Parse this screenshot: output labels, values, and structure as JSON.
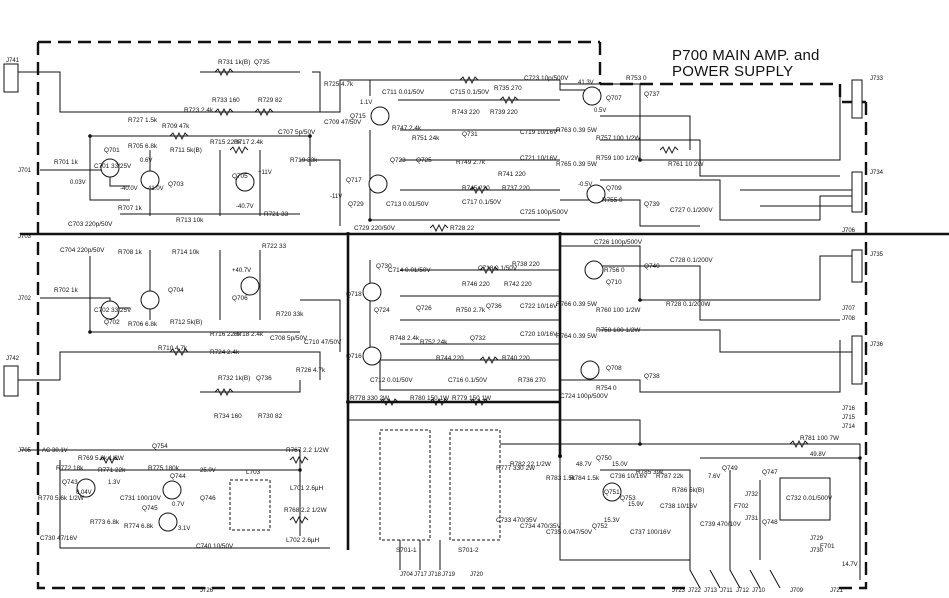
{
  "title": {
    "line1": "P700 MAIN AMP. and",
    "line2": "POWER SUPPLY"
  },
  "jacks": [
    {
      "id": "J741"
    },
    {
      "id": "J701"
    },
    {
      "id": "J703"
    },
    {
      "id": "J702"
    },
    {
      "id": "J742"
    },
    {
      "id": "J705"
    },
    {
      "id": "J733"
    },
    {
      "id": "J734"
    },
    {
      "id": "J706"
    },
    {
      "id": "J735"
    },
    {
      "id": "J707"
    },
    {
      "id": "J708"
    },
    {
      "id": "J736"
    },
    {
      "id": "J716"
    },
    {
      "id": "J715"
    },
    {
      "id": "J714"
    },
    {
      "id": "J729"
    },
    {
      "id": "J730"
    },
    {
      "id": "J704"
    },
    {
      "id": "J717"
    },
    {
      "id": "J718"
    },
    {
      "id": "J719"
    },
    {
      "id": "J720"
    },
    {
      "id": "J723"
    },
    {
      "id": "J722"
    },
    {
      "id": "J713"
    },
    {
      "id": "J711"
    },
    {
      "id": "J712"
    },
    {
      "id": "J710"
    },
    {
      "id": "J709"
    },
    {
      "id": "J726"
    },
    {
      "id": "J721"
    },
    {
      "id": "J732"
    },
    {
      "id": "J731"
    }
  ],
  "transistors": [
    {
      "ref": "Q701"
    },
    {
      "ref": "Q703"
    },
    {
      "ref": "Q705"
    },
    {
      "ref": "Q702"
    },
    {
      "ref": "Q704"
    },
    {
      "ref": "Q706"
    },
    {
      "ref": "Q715"
    },
    {
      "ref": "Q717"
    },
    {
      "ref": "Q718"
    },
    {
      "ref": "Q716"
    },
    {
      "ref": "Q707"
    },
    {
      "ref": "Q709"
    },
    {
      "ref": "Q710"
    },
    {
      "ref": "Q708"
    },
    {
      "ref": "Q743"
    },
    {
      "ref": "Q744"
    },
    {
      "ref": "Q745"
    },
    {
      "ref": "Q750"
    },
    {
      "ref": "Q751"
    },
    {
      "ref": "Q754"
    },
    {
      "ref": "Q747"
    },
    {
      "ref": "Q748"
    }
  ],
  "components": [
    "R731 1k(B)",
    "Q735",
    "R733 160",
    "R729 82",
    "R723 2.4k",
    "R725 4.7k",
    "C709 47/50V",
    "R727 1.5k",
    "R709 47k",
    "R705 6.8k",
    "R711 5k(B)",
    "R715 220k",
    "R717 2.4k",
    "C707 5p/50V",
    "R719 33k",
    "C701 33/25V",
    "R701 1k",
    "R707 1k",
    "C703 220p/50V",
    "R713 10k",
    "R721 33",
    "C723 10p/500V",
    "R753 0",
    "Q737",
    "C711 0.01/50V",
    "C715 0.1/50V",
    "R735 270",
    "R743 220",
    "R739 220",
    "R747 2.4k",
    "R751 24k",
    "Q731",
    "C719 10/16V",
    "R763 0.39 5W",
    "R757 100 1/2W",
    "R759 100 1/2W",
    "R761 10 2W",
    "Q723",
    "Q725",
    "R749 2.7k",
    "C721 10/16V",
    "R741 220",
    "R765 0.39 5W",
    "R755 0",
    "Q739",
    "C727 0.1/200V",
    "R745 220",
    "R737 220",
    "Q729",
    "C713 0.01/50V",
    "C717 0.1/50V",
    "C725 100p/500V",
    "C729 220/50V",
    "R728 22",
    "C704 220p/50V",
    "R708 1k",
    "R714 10k",
    "R722 33",
    "R706 6.8k",
    "R712 5k(B)",
    "R716 220k",
    "R718 2.4k",
    "C702 33/25V",
    "R702 1k",
    "R710 4.7k",
    "R724 2.4k",
    "R720 33k",
    "C708 5p/50V",
    "C710 47/50V",
    "R726 4.7k",
    "R732 1k(B)",
    "Q736",
    "R734 160",
    "R730 82",
    "C726 100p/500V",
    "R756 0",
    "Q740",
    "C728 0.1/200V",
    "Q730",
    "C714 0.01/50V",
    "C718 0.1/50V",
    "R738 220",
    "R746 220",
    "R742 220",
    "Q726",
    "Q736",
    "C722 10/16V",
    "R766 0.39 5W",
    "R760 100 1/2W",
    "R728 0.1/200W",
    "Q724",
    "R750 2.7k",
    "C720 10/16V",
    "R764 0.39 5W",
    "R758 100 1/2W",
    "R748 2.4k",
    "R752 24k",
    "Q732",
    "R744 220",
    "R740 220",
    "C712 0.01/50V",
    "C716 0.1/50V",
    "R736 270",
    "C724 100p/500V",
    "R754 0",
    "Q738",
    "R778 330 2W",
    "R780 150 1W",
    "R779 150 1W",
    "R769 5.6k 1/2W",
    "R771 22k",
    "R775 180k",
    "R767 2.2 1/2W",
    "L701 2.6µH",
    "L703",
    "R768 2.2 1/2W",
    "L702 2.6µH",
    "R770 5.6k 1/2W",
    "R772 18k",
    "C730 47/16V",
    "R773 6.8k",
    "C731 100/10V",
    "R774 6.8k",
    "Q746",
    "C740 10/50V",
    "S701-1",
    "S701-2",
    "R777 330 2W",
    "R782 22 1/2W",
    "R783 1.5k",
    "R784 1.5k",
    "R785 39k",
    "R787 22k",
    "R786 5k(B)",
    "R781 100 7W",
    "C733 470/35V",
    "C734 470/35V",
    "C735 0.047/50V",
    "C737 100/16V",
    "C736 10/16V",
    "Q752",
    "Q753",
    "C738 10/16V",
    "C739 470/10V",
    "Q749",
    "C732 0.01/500V",
    "F701",
    "F702"
  ],
  "nets": [
    "41.3V",
    "-0.5V",
    "1.1V",
    "0.5V",
    "0.6V",
    "-40.0V",
    "-41.0V",
    "-40.7V",
    "+11V",
    "-11V",
    "0.03V",
    "+40.7V",
    "AC 30.1V",
    "1.3V",
    "0.04V",
    "25.0V",
    "0.7V",
    "3.1V",
    "48.7V",
    "15.0V",
    "15.9V",
    "15.3V",
    "7.6V",
    "49.8V",
    "14.7V"
  ]
}
